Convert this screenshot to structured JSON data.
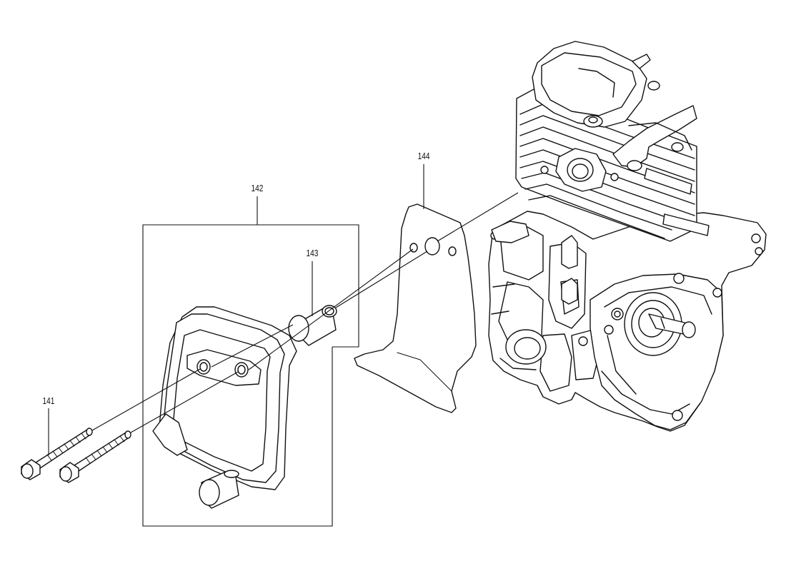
{
  "diagram": {
    "parts": [
      {
        "ref": "141",
        "name": "bolt"
      },
      {
        "ref": "142",
        "name": "muffler"
      },
      {
        "ref": "143",
        "name": "pipe"
      },
      {
        "ref": "144",
        "name": "heat-shield"
      }
    ],
    "labels": {
      "p141": "141",
      "p142": "142",
      "p143": "143",
      "p144": "144"
    }
  }
}
